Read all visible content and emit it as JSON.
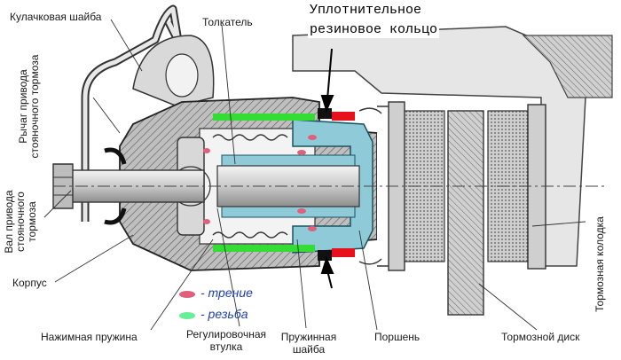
{
  "labels": {
    "cam_washer": "Кулачковая шайба",
    "pusher": "Толкатель",
    "seal_ring_line1": "Уплотнительное",
    "seal_ring_line2": "резиновое кольцо",
    "parking_lever": "Рычаг привода\nстояночного тормоза",
    "parking_shaft": "Вал привода\nстояночного\nтормоза",
    "housing": "Корпус",
    "pressure_spring": "Нажимная пружина",
    "adjusting_sleeve": "Регулировочная\nвтулка",
    "spring_washer": "Пружинная\nшайба",
    "piston": "Поршень",
    "brake_disc": "Тормозной диск",
    "brake_pad": "Тормозная колодка"
  },
  "legend": {
    "friction": "- трение",
    "thread": "- резьба"
  },
  "colors": {
    "friction": "#e0607a",
    "thread": "#33dd33",
    "seal": "#e8101a",
    "piston_fill": "#8fcad8",
    "legend_text": "#1f3fb0"
  }
}
